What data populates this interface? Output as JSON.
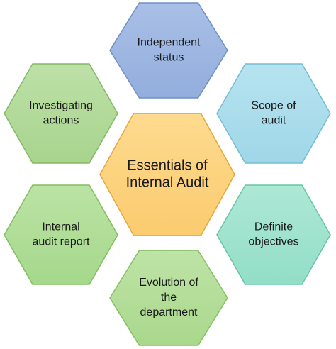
{
  "diagram": {
    "center": {
      "lines": [
        "Essentials of",
        "Internal Audit"
      ],
      "fill": "#FBCB6F",
      "fill_light": "#FDDB8F",
      "stroke": "#E3A73A"
    },
    "hexes": [
      {
        "id": "independent-status",
        "lines": [
          "Independent",
          "status"
        ],
        "fill": "#93AEDD",
        "fill_light": "#A9BFE6",
        "stroke": "#6F8FC6"
      },
      {
        "id": "scope-of-audit",
        "lines": [
          "Scope of",
          "audit"
        ],
        "fill": "#9FD7E8",
        "fill_light": "#B7E3F0",
        "stroke": "#72BDD3"
      },
      {
        "id": "definite-objectives",
        "lines": [
          "Definite",
          "objectives"
        ],
        "fill": "#93DEC6",
        "fill_light": "#ADE8D5",
        "stroke": "#66C5A7"
      },
      {
        "id": "evolution-of-the-department",
        "lines": [
          "Evolution of",
          "the",
          "department"
        ],
        "fill": "#A9D88C",
        "fill_light": "#BEE3A6",
        "stroke": "#84BF62"
      },
      {
        "id": "internal-audit-report",
        "lines": [
          "Internal",
          "audit report"
        ],
        "fill": "#A5D88B",
        "fill_light": "#BBE3A4",
        "stroke": "#80BE5E"
      },
      {
        "id": "investigating-actions",
        "lines": [
          "Investigating",
          "actions"
        ],
        "fill": "#A8D48E",
        "fill_light": "#BDE0A7",
        "stroke": "#82B965"
      }
    ]
  }
}
